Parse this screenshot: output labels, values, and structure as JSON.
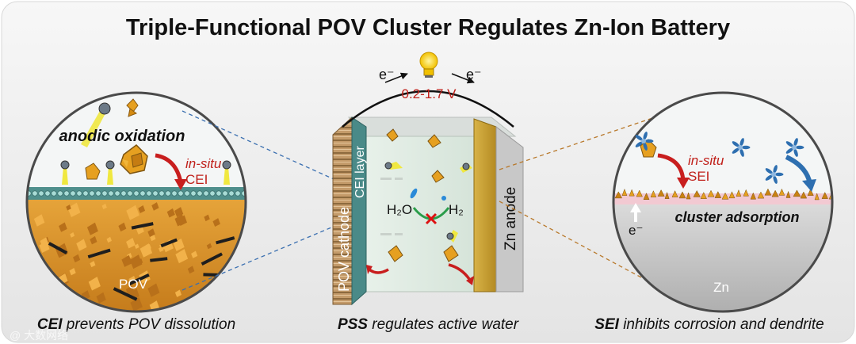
{
  "title": "Triple-Functional POV Cluster Regulates Zn-Ion Battery",
  "left_panel": {
    "anodic_oxidation": "anodic oxidation",
    "in_situ": "in-situ",
    "cei": "CEI",
    "pov": "POV"
  },
  "center_panel": {
    "electron_left": "e⁻",
    "electron_right": "e⁻",
    "voltage": "0.2-1.7 V",
    "cei_layer": "CEI layer",
    "pov_cathode": "POV cathode",
    "zn_anode": "Zn anode",
    "h2o": "H₂O",
    "h2": "H₂"
  },
  "right_panel": {
    "in_situ": "in-situ",
    "sei": "SEI",
    "electron": "e⁻",
    "cluster_adsorption": "cluster adsorption",
    "zn": "Zn"
  },
  "captions": {
    "left_bold": "CEI",
    "left_rest": " prevents POV dissolution",
    "center_bold": "PSS",
    "center_rest": " regulates active water",
    "right_bold": "SEI",
    "right_rest": " inhibits corrosion and dendrite"
  },
  "watermark": "@ 大数网络",
  "colors": {
    "background_panel": "#ececec",
    "pov_cluster": "#e0a020",
    "cei_layer": "#4a8a88",
    "zn_anode": "#c8a23a",
    "voltage_text": "#c0201a",
    "arrow_red": "#c81e1e",
    "arrow_blue": "#2e6fb0",
    "sei_pink": "#f2c9d2"
  }
}
